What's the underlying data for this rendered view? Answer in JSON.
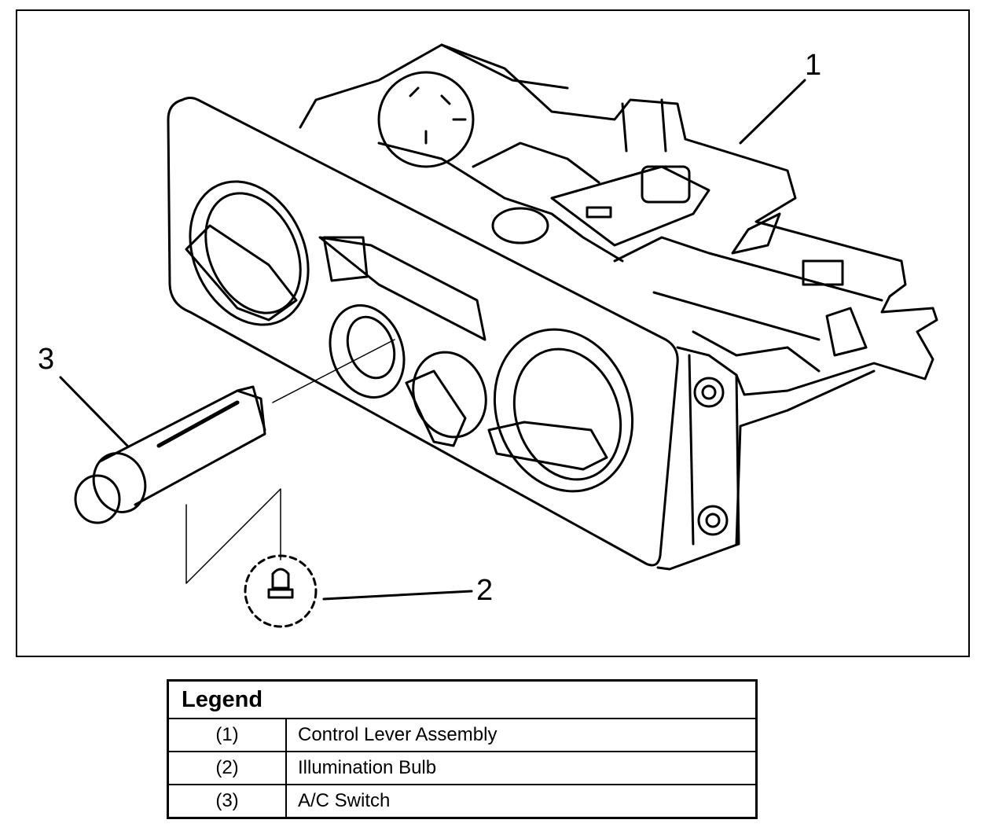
{
  "figure": {
    "callouts": [
      "1",
      "2",
      "3"
    ]
  },
  "legend": {
    "title": "Legend",
    "rows": [
      {
        "num": "(1)",
        "label": "Control Lever Assembly"
      },
      {
        "num": "(2)",
        "label": "Illumination Bulb"
      },
      {
        "num": "(3)",
        "label": "A/C Switch"
      }
    ]
  }
}
